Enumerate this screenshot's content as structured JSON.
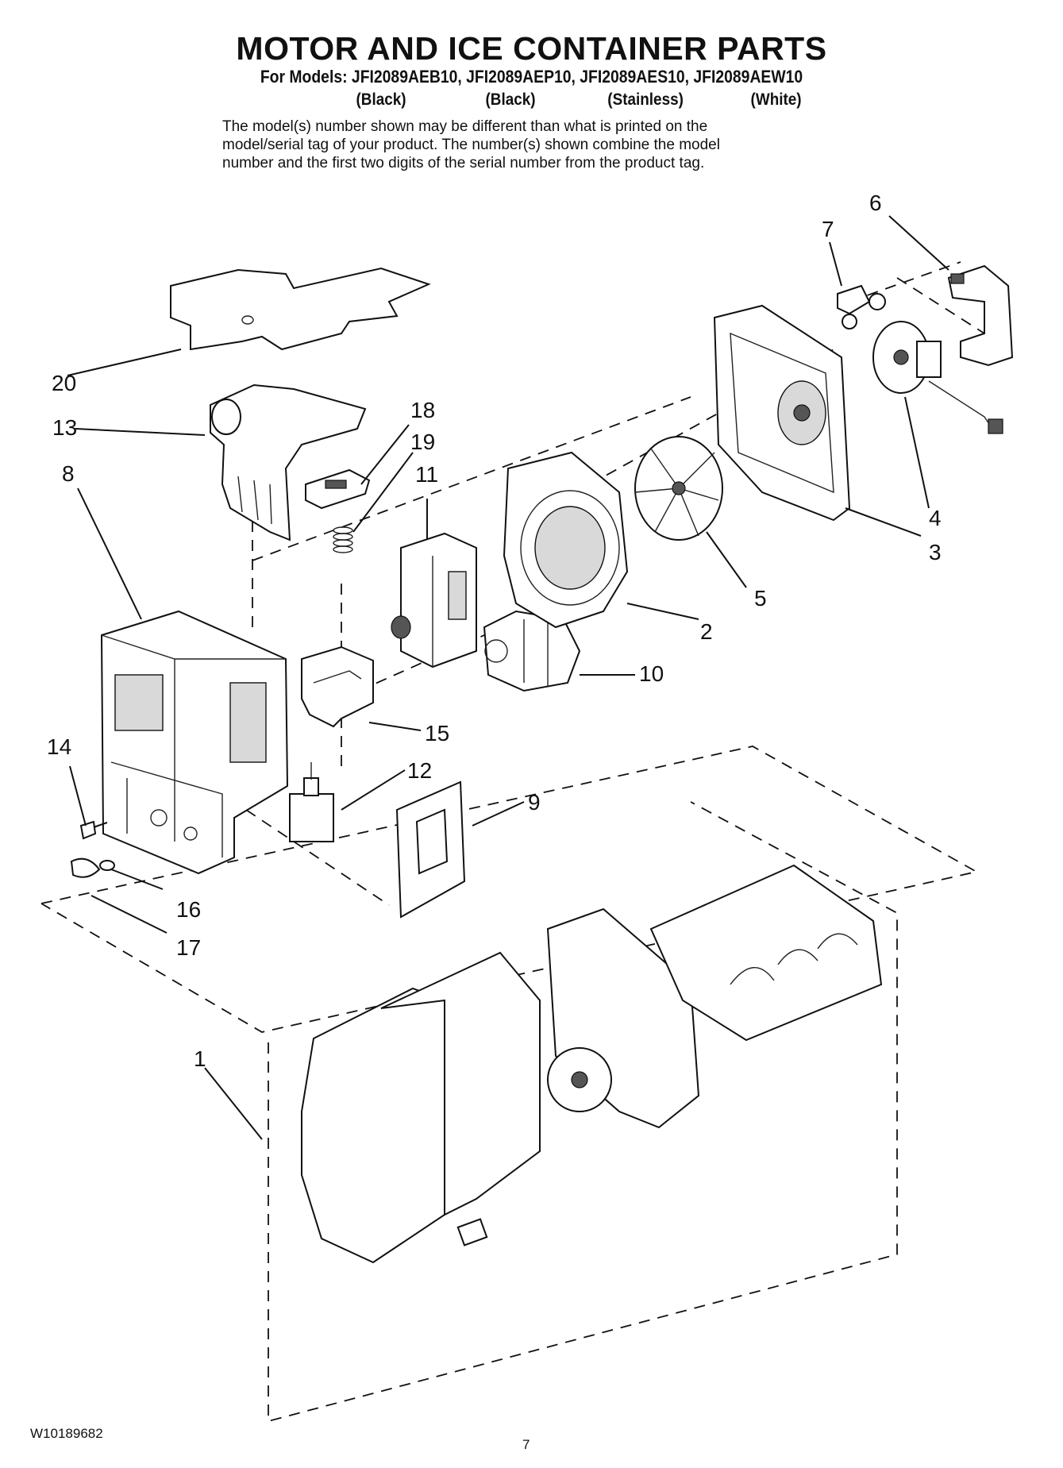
{
  "header": {
    "title": "MOTOR AND ICE CONTAINER PARTS",
    "models_line": "For Models: JFI2089AEB10, JFI2089AEP10, JFI2089AES10, JFI2089AEW10",
    "colors": [
      "(Black)",
      "(Black)",
      "(Stainless)",
      "(White)"
    ],
    "note_lines": [
      "The model(s) number shown may be different than what is printed on the",
      "model/serial tag of your product. The number(s) shown combine the model",
      "number and the first two digits of the serial number from the product tag."
    ]
  },
  "callouts": [
    "1",
    "2",
    "3",
    "4",
    "5",
    "6",
    "7",
    "8",
    "9",
    "10",
    "11",
    "12",
    "13",
    "14",
    "15",
    "16",
    "17",
    "18",
    "19",
    "20"
  ],
  "footer": {
    "doc_number": "W10189682",
    "page_number": "7"
  }
}
